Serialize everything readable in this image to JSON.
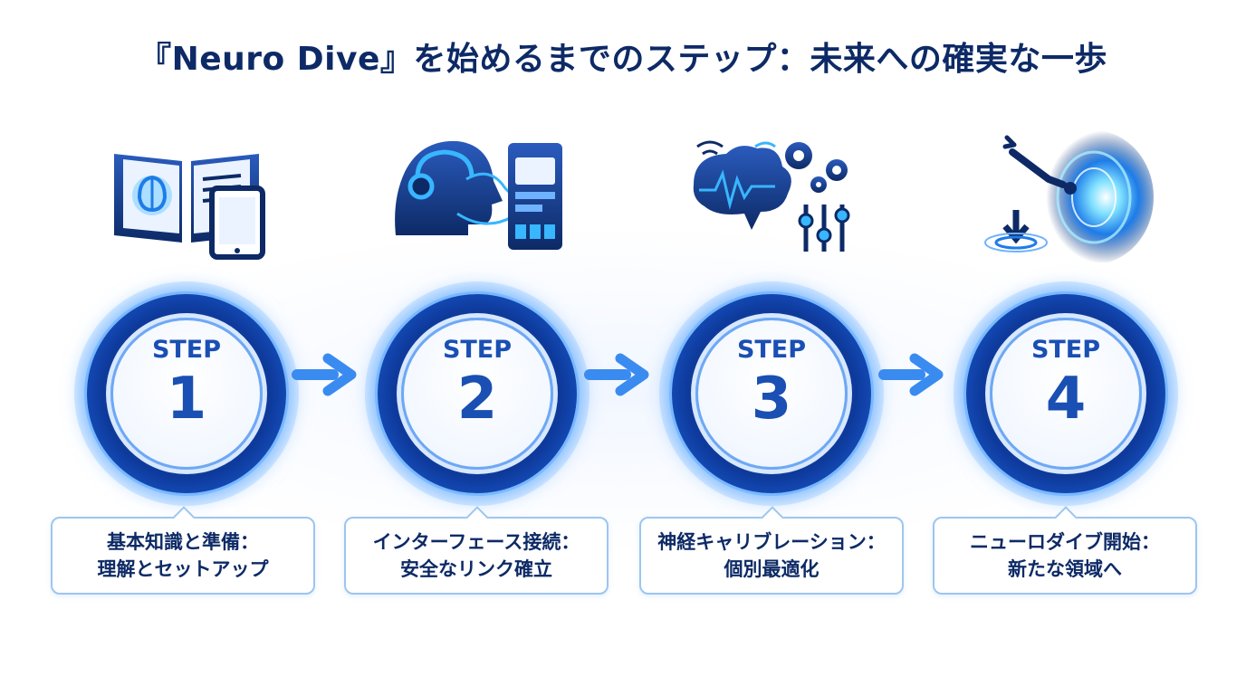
{
  "title": "『Neuro Dive』を始めるまでのステップ：未来への確実な一歩",
  "colors": {
    "navy": "#0d2a66",
    "blue": "#1a4fb3",
    "glow": "#6fb2ff",
    "accent": "#2ab8ff"
  },
  "steps": [
    {
      "label": "STEP",
      "number": "1",
      "icon": "book-brain-tablet-icon",
      "caption_line1": "基本知識と準備：",
      "caption_line2": "理解とセットアップ"
    },
    {
      "label": "STEP",
      "number": "2",
      "icon": "head-headset-interface-icon",
      "caption_line1": "インターフェース接続：",
      "caption_line2": "安全なリンク確立"
    },
    {
      "label": "STEP",
      "number": "3",
      "icon": "brainwave-gears-sliders-icon",
      "caption_line1": "神経キャリブレーション：",
      "caption_line2": "個別最適化"
    },
    {
      "label": "STEP",
      "number": "4",
      "icon": "diver-portal-icon",
      "caption_line1": "ニューロダイブ開始：",
      "caption_line2": "新たな領域へ"
    }
  ]
}
